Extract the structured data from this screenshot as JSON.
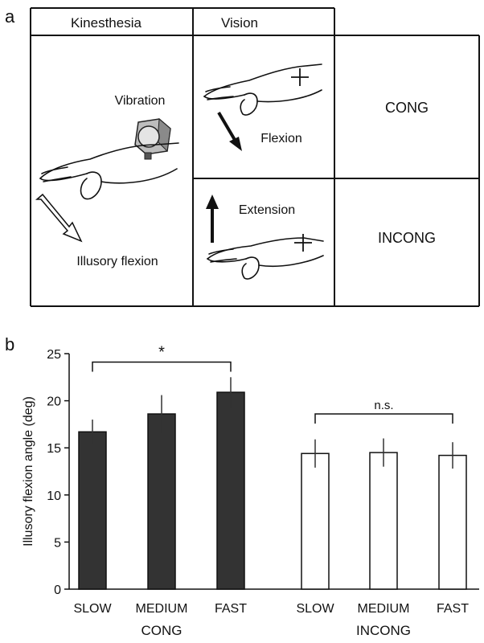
{
  "panel_a": {
    "letter": "a",
    "col_kinesthesia": "Kinesthesia",
    "col_vision": "Vision",
    "vibration": "Vibration",
    "illusory_flexion": "Illusory flexion",
    "flexion": "Flexion",
    "extension": "Extension",
    "cong": "CONG",
    "incong": "INCONG"
  },
  "panel_b": {
    "letter": "b",
    "significance": "*",
    "nonsignificant": "n.s."
  },
  "chart_data": {
    "type": "bar",
    "ylabel": "Illusory flexion angle (deg)",
    "xlabel": "",
    "ylim": [
      0,
      25
    ],
    "yticks": [
      0,
      5,
      10,
      15,
      20,
      25
    ],
    "groups": [
      {
        "name": "CONG",
        "fill": "#333333",
        "categories": [
          "SLOW",
          "MEDIUM",
          "FAST"
        ],
        "values": [
          16.7,
          18.6,
          20.9
        ],
        "errors": [
          1.3,
          2.0,
          1.6
        ]
      },
      {
        "name": "INCONG",
        "fill": "#ffffff",
        "categories": [
          "SLOW",
          "MEDIUM",
          "FAST"
        ],
        "values": [
          14.4,
          14.5,
          14.2
        ],
        "errors": [
          1.5,
          1.5,
          1.4
        ]
      }
    ]
  }
}
